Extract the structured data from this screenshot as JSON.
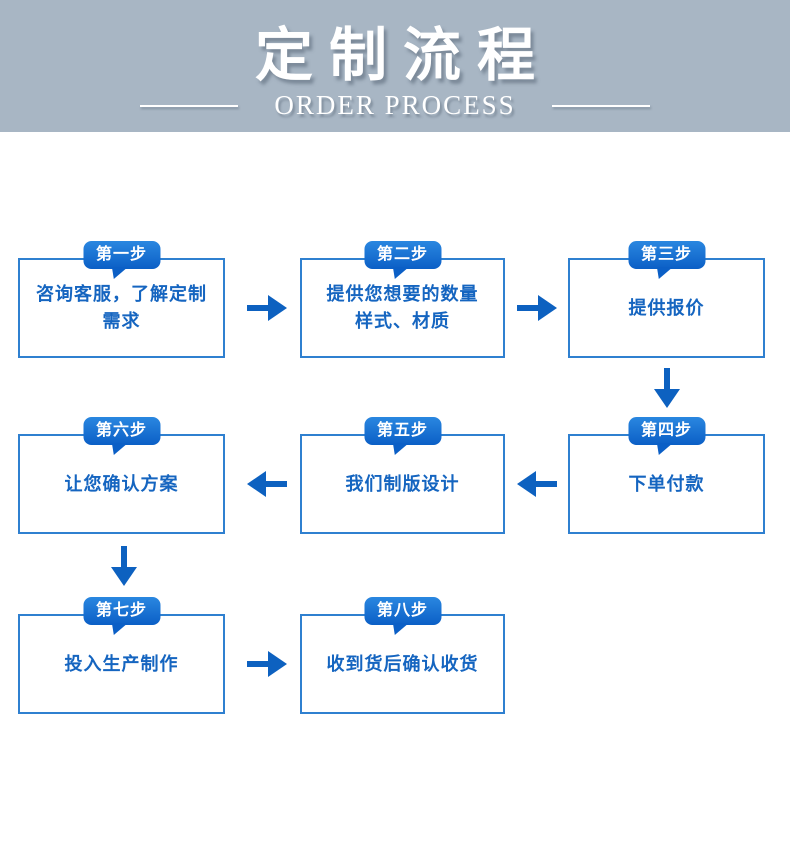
{
  "header": {
    "title": "定制流程",
    "subtitle": "ORDER PROCESS",
    "bg_color": "#a8b6c4",
    "text_color": "#ffffff"
  },
  "colors": {
    "step_text_blue": "#1565c0",
    "box_border_blue": "#2f80d0",
    "tab_gradient_top": "#2a87e0",
    "tab_gradient_bottom": "#0b5fc6",
    "arrow_blue": "#0d61c0"
  },
  "steps": [
    {
      "label": "第一步",
      "lines": [
        "咨询客服，了解定制",
        "需求"
      ]
    },
    {
      "label": "第二步",
      "lines": [
        "提供您想要的数量",
        "样式、材质"
      ]
    },
    {
      "label": "第三步",
      "lines": [
        "提供报价"
      ]
    },
    {
      "label": "第四步",
      "lines": [
        "下单付款"
      ]
    },
    {
      "label": "第五步",
      "lines": [
        "我们制版设计"
      ]
    },
    {
      "label": "第六步",
      "lines": [
        "让您确认方案"
      ]
    },
    {
      "label": "第七步",
      "lines": [
        "投入生产制作"
      ]
    },
    {
      "label": "第八步",
      "lines": [
        "收到货后确认收货"
      ]
    }
  ]
}
